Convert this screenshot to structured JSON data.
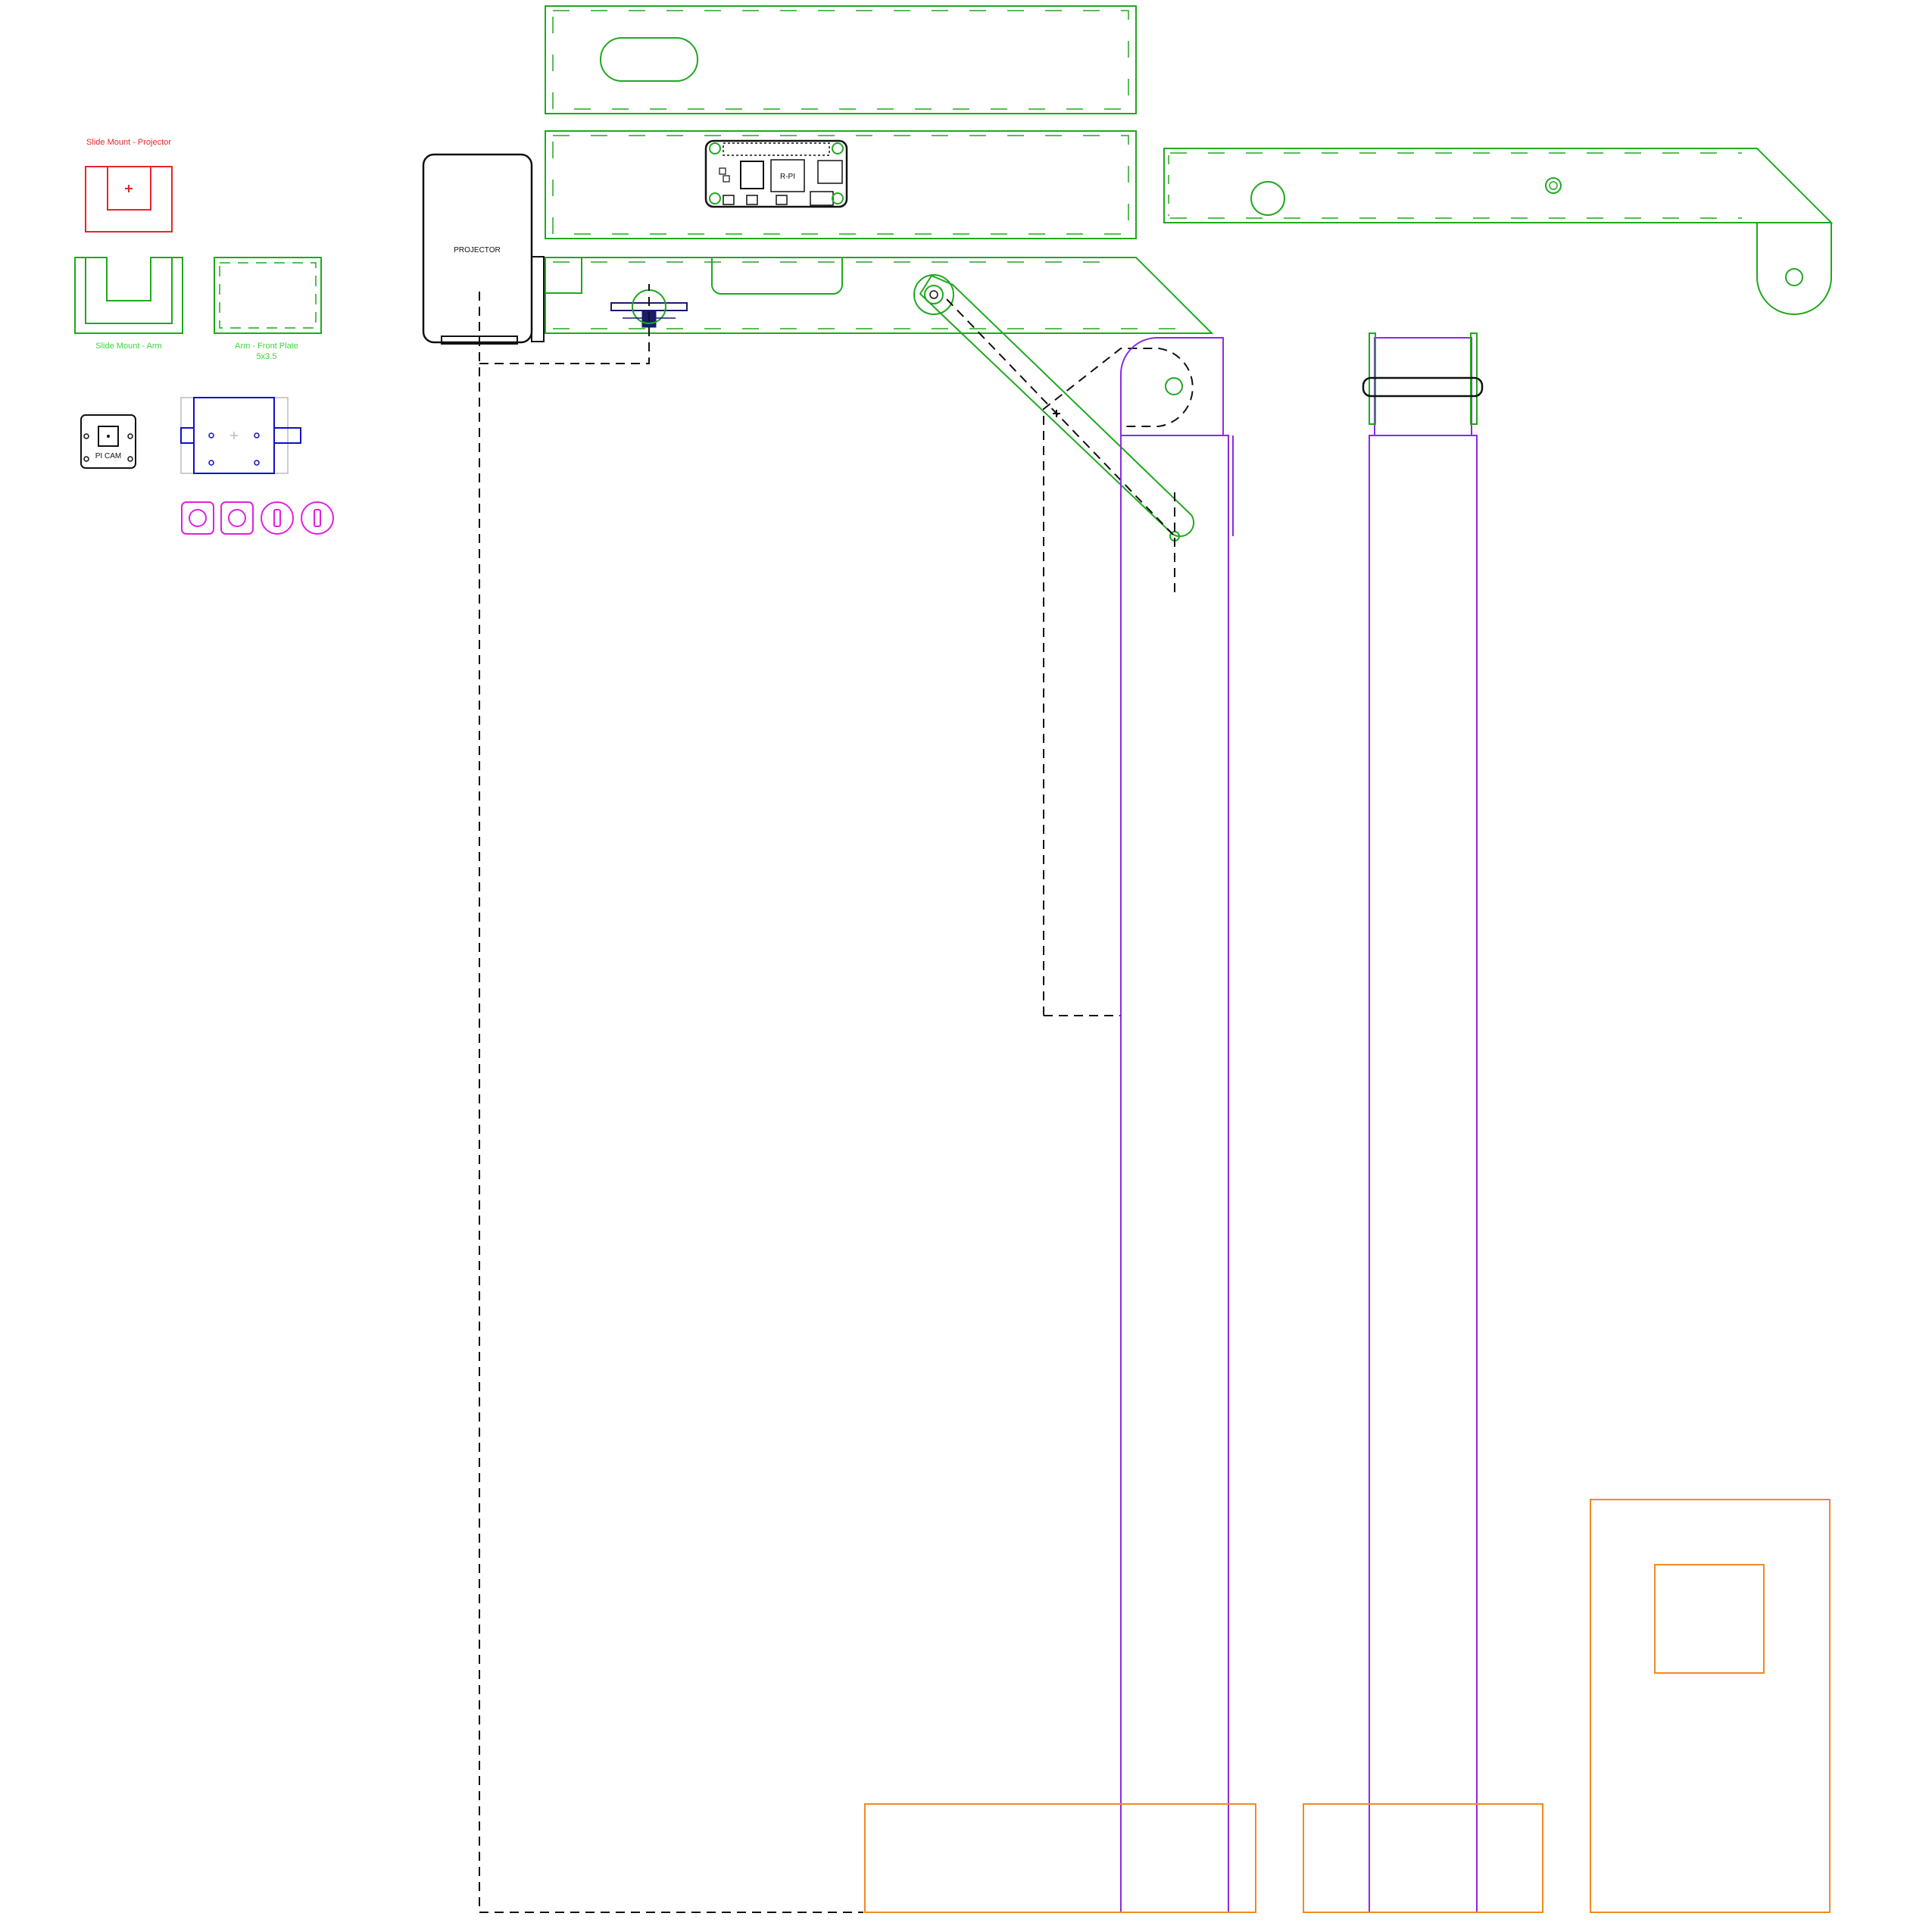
{
  "labels": {
    "slide_mount_projector": "Slide Mount - Projector",
    "slide_mount_arm": "Slide Mount - Arm",
    "arm_front_plate": "Arm - Front Plate",
    "arm_front_plate_size": "5x3.5",
    "projector": "PROJECTOR",
    "raspberry_pi": "R-PI",
    "pi_cam": "PI CAM"
  },
  "colors": {
    "red": "#e8242b",
    "green": "#1fa81f",
    "label_green": "#3ed43e",
    "purple": "#8a2be2",
    "orange": "#f08a24",
    "blue": "#1010c8",
    "navy": "#1a1a6e",
    "magenta": "#e020e0",
    "black": "#111111",
    "gray": "#bbbbbb"
  }
}
